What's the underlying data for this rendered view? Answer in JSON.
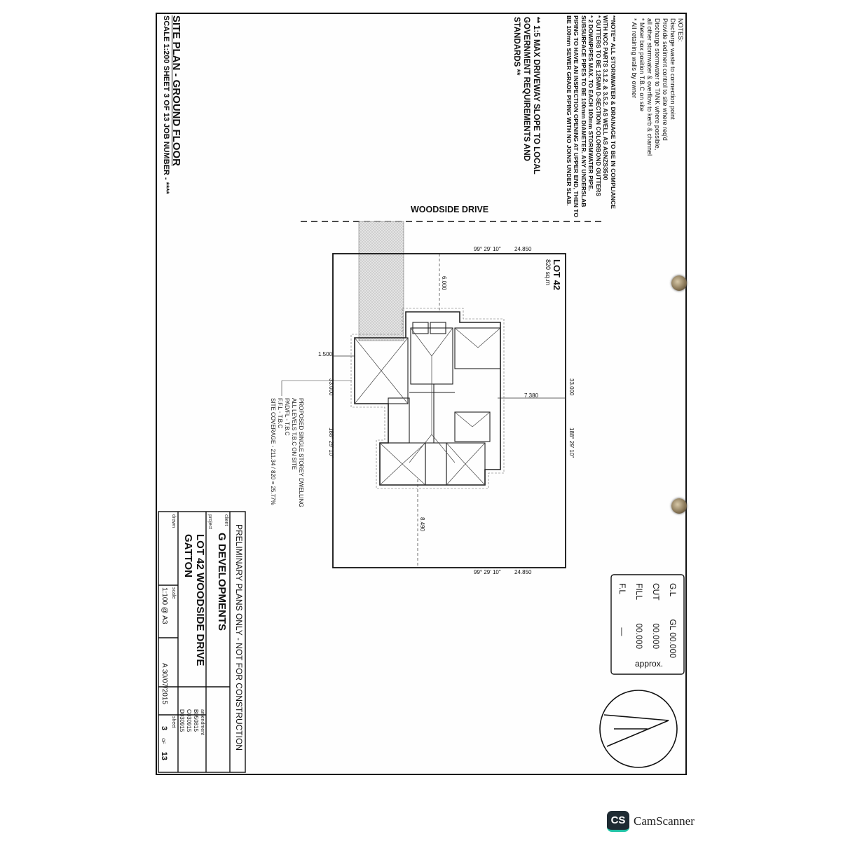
{
  "notes": {
    "heading": "NOTES:",
    "items": [
      "Discharge waste to connection point",
      "Provide sediment control to site where req'd",
      "Discharge stormwater to TANK where possible,",
      "all other stormwater & overflow to kerb & channel",
      "* Meter box position T.B.C on site",
      "* All retaining walls by owner"
    ]
  },
  "ncc_note": [
    "**NOTE** ALL STORMWATER & DRAINAGE TO BE IN COMPLIANCE",
    "WITH NCC PARTS 3.1.2. & 3.5.2. AS WELL AS ASNZS3500",
    "* GUTTERS TO BE 125MM D-SECTION COLORBOND GUTTERS",
    "* 2 DOWNPIPES MAX. TO EACH 100mm STORMWATER PIPE.",
    "SUBSURFACE PIPES TO BE 100mm DIAMETER. ANY UNDERSLAB",
    "PIPING TO HAVE AN INSPECTION OPENING AT UPPER END, THEN TO",
    "BE 100mm SEWER GRADE PIPING WITH NO JOINS UNDER SLAB."
  ],
  "driveway_note": [
    "** 1:5 MAX DRIVEWAY SLOPE TO LOCAL",
    "GOVERNMENT REQUIREMENTS AND",
    "STANDARDS **"
  ],
  "site_plan": {
    "title": "SITE PLAN - GROUND FLOOR",
    "subtitle": "SCALE 1:200   SHEET 3 OF 13  JOB NUMBER - ****"
  },
  "street": "WOODSIDE DRIVE",
  "lot": {
    "name": "LOT 42",
    "area": "820 sq.m",
    "bearing_top": "99° 29' 10\"",
    "length_top": "24.850",
    "bearing_bottom": "99° 29' 10\"",
    "length_bottom": "24.850",
    "bearing_left": "188° 29' 10\"",
    "length_left": "33.000",
    "bearing_right": "188° 29' 10\"",
    "length_right": "33.000"
  },
  "setbacks": {
    "front": "6.000",
    "side_left": "1.500",
    "side_right": "7.380",
    "rear": "8.490"
  },
  "dwelling_note": [
    "PROPOSED SINGLE STOREY DWELLING",
    "ALL LEVELS T.B.C ON SITE",
    "PAD/FL - T.B.C",
    "F.F.L - T.B.C",
    "SITE COVERAGE - 211.34 / 820 = 25.77%"
  ],
  "levels": {
    "rows": [
      {
        "label": "G.L",
        "value": "GL 00.000"
      },
      {
        "label": "CUT",
        "value": "00.000"
      },
      {
        "label": "FILL",
        "value": "00.000"
      },
      {
        "label": "F.L",
        "value": "—"
      }
    ],
    "approx": "approx."
  },
  "title_block": {
    "header": "PRELIMINARY PLANS ONLY - NOT FOR CONSTRUCTION",
    "client_label": "client",
    "client": "G DEVELOPMENTS",
    "project_label": "project",
    "project_line1": "LOT 42 WOODSIDE DRIVE",
    "project_line2": "GATTON",
    "drawn_label": "drawn",
    "scale_label": "scale",
    "scale": "1:100 @ A3",
    "date": "A 30/07/2015",
    "amendment_label": "amendment",
    "amendments": [
      "B050815",
      "C030915",
      "D030915"
    ],
    "sheet_label": "sheet",
    "sheet_no": "3",
    "of": "OF",
    "sheet_total": "13"
  },
  "watermark": {
    "badge": "CS",
    "name": "CamScanner"
  }
}
